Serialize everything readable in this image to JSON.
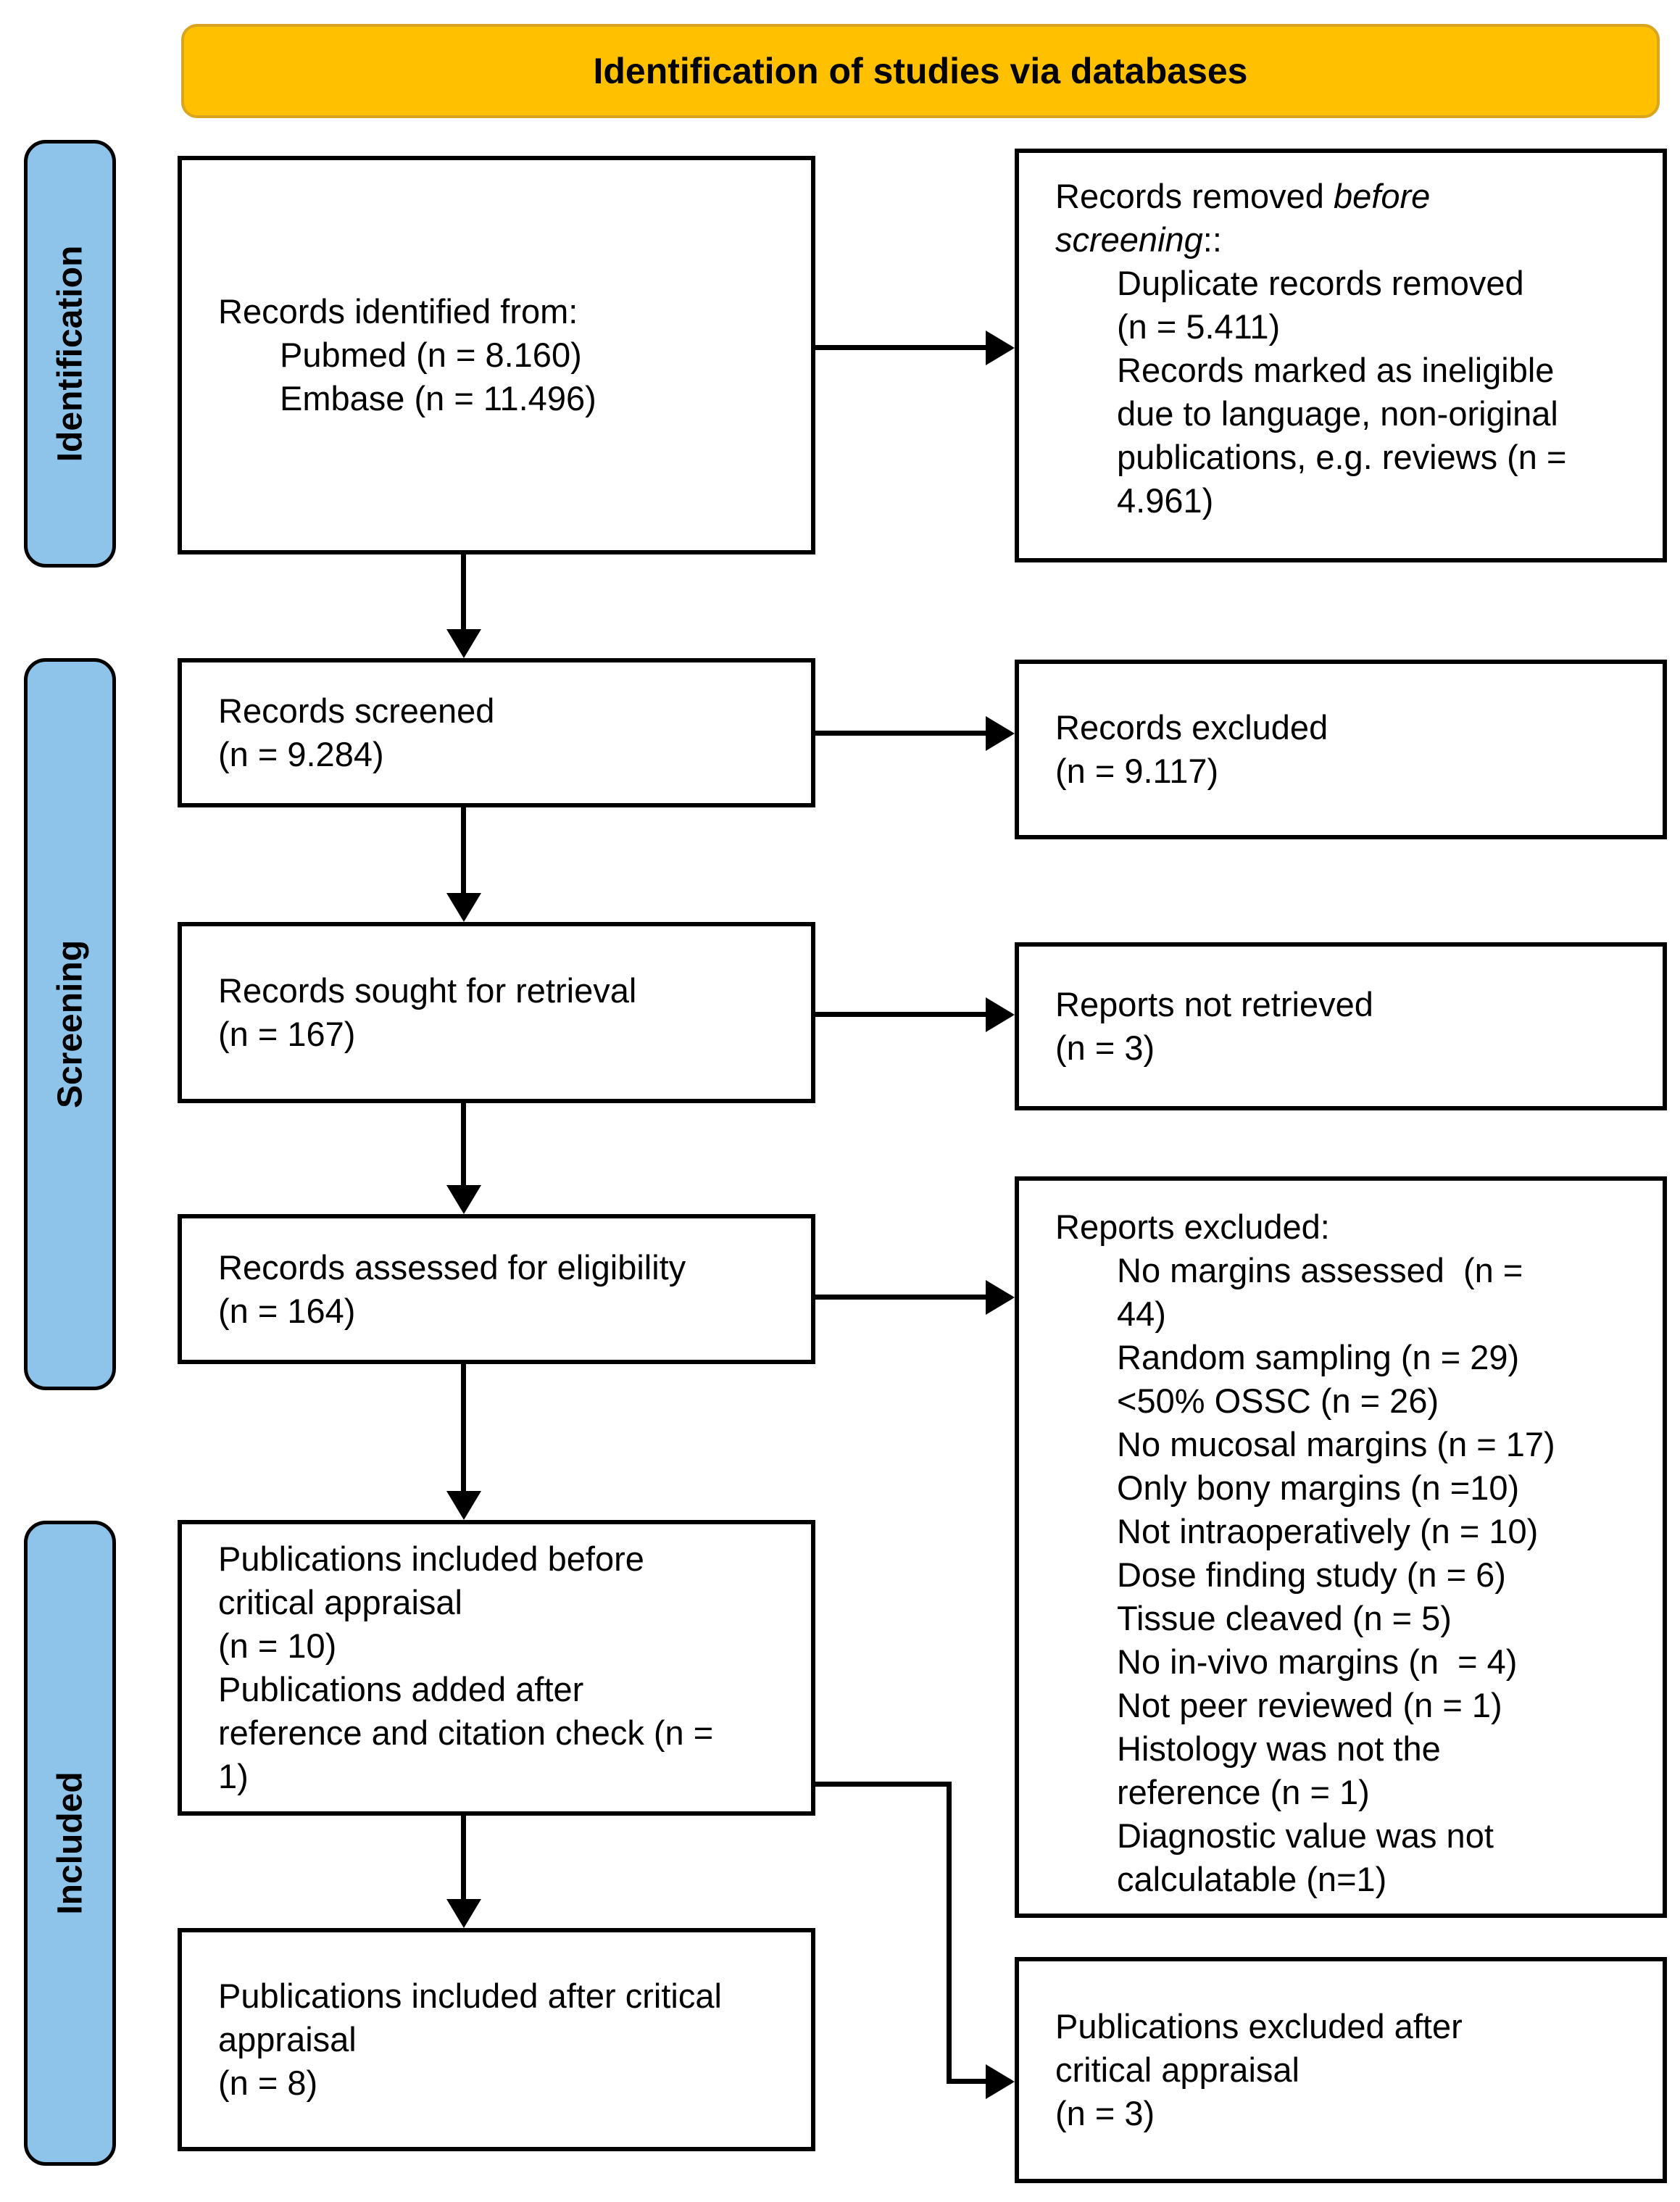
{
  "header": {
    "title": "Identification of studies via databases"
  },
  "colors": {
    "header_bg": "#FFC000",
    "header_border": "#D9A420",
    "stage_bg": "#8EC4E9",
    "box_border": "#000000"
  },
  "stages": [
    {
      "label": "Identification"
    },
    {
      "label": "Screening"
    },
    {
      "label": "Included"
    }
  ],
  "boxes": {
    "records_identified": {
      "lines": [
        {
          "ind": 0,
          "t": "Records identified from:"
        },
        {
          "ind": 1,
          "t": "Pubmed (n = 8.160)"
        },
        {
          "ind": 1,
          "t": "Embase (n = 11.496)"
        }
      ]
    },
    "records_removed": {
      "lines": [
        {
          "ind": 0,
          "segs": [
            {
              "t": "Records removed ",
              "i": false
            },
            {
              "t": "before",
              "i": true
            }
          ]
        },
        {
          "ind": 0,
          "segs": [
            {
              "t": "screening",
              "i": true
            },
            {
              "t": "::",
              "i": false
            }
          ]
        },
        {
          "ind": 1,
          "t": "Duplicate records removed"
        },
        {
          "ind": 1,
          "t": "(n = 5.411)"
        },
        {
          "ind": 1,
          "t": "Records marked as ineligible"
        },
        {
          "ind": 1,
          "t": "due to language, non-original"
        },
        {
          "ind": 1,
          "t": "publications, e.g. reviews (n ="
        },
        {
          "ind": 1,
          "t": "4.961)"
        }
      ]
    },
    "records_screened": {
      "lines": [
        {
          "ind": 0,
          "t": "Records screened"
        },
        {
          "ind": 0,
          "t": "(n = 9.284)"
        }
      ]
    },
    "records_excluded": {
      "lines": [
        {
          "ind": 0,
          "t": "Records excluded"
        },
        {
          "ind": 0,
          "t": "(n = 9.117)"
        }
      ]
    },
    "records_sought": {
      "lines": [
        {
          "ind": 0,
          "t": "Records sought for retrieval"
        },
        {
          "ind": 0,
          "t": "(n = 167)"
        }
      ]
    },
    "reports_not_retrieved": {
      "lines": [
        {
          "ind": 0,
          "t": "Reports not retrieved"
        },
        {
          "ind": 0,
          "t": "(n = 3)"
        }
      ]
    },
    "records_assessed": {
      "lines": [
        {
          "ind": 0,
          "t": "Records assessed for eligibility"
        },
        {
          "ind": 0,
          "t": "(n = 164)"
        }
      ]
    },
    "reports_excluded": {
      "lines": [
        {
          "ind": 0,
          "t": "Reports excluded:"
        },
        {
          "ind": 1,
          "t": "No margins assessed  (n ="
        },
        {
          "ind": 1,
          "t": "44)"
        },
        {
          "ind": 1,
          "t": "Random sampling (n = 29)"
        },
        {
          "ind": 1,
          "t": "<50% OSSC (n = 26)"
        },
        {
          "ind": 1,
          "t": "No mucosal margins (n = 17)"
        },
        {
          "ind": 1,
          "t": "Only bony margins (n =10)"
        },
        {
          "ind": 1,
          "t": "Not intraoperatively (n = 10)"
        },
        {
          "ind": 1,
          "t": "Dose finding study (n = 6)"
        },
        {
          "ind": 1,
          "t": "Tissue cleaved (n = 5)"
        },
        {
          "ind": 1,
          "t": "No in-vivo margins (n  = 4)"
        },
        {
          "ind": 1,
          "t": "Not peer reviewed (n = 1)"
        },
        {
          "ind": 1,
          "t": "Histology was not the"
        },
        {
          "ind": 1,
          "t": "reference (n = 1)"
        },
        {
          "ind": 1,
          "t": "Diagnostic value was not"
        },
        {
          "ind": 1,
          "t": "calculatable (n=1)"
        }
      ]
    },
    "pubs_included_before": {
      "lines": [
        {
          "ind": 0,
          "t": "Publications included before"
        },
        {
          "ind": 0,
          "t": "critical appraisal"
        },
        {
          "ind": 0,
          "t": "(n = 10)"
        },
        {
          "ind": 0,
          "t": "Publications added after"
        },
        {
          "ind": 0,
          "t": "reference and citation check (n ="
        },
        {
          "ind": 0,
          "t": "1)"
        }
      ]
    },
    "pubs_included_after": {
      "lines": [
        {
          "ind": 0,
          "t": "Publications included after critical"
        },
        {
          "ind": 0,
          "t": "appraisal"
        },
        {
          "ind": 0,
          "t": "(n = 8)"
        }
      ]
    },
    "pubs_excluded_after": {
      "lines": [
        {
          "ind": 0,
          "t": "Publications excluded after"
        },
        {
          "ind": 0,
          "t": "critical appraisal"
        },
        {
          "ind": 0,
          "t": "(n = 3)"
        }
      ]
    }
  }
}
